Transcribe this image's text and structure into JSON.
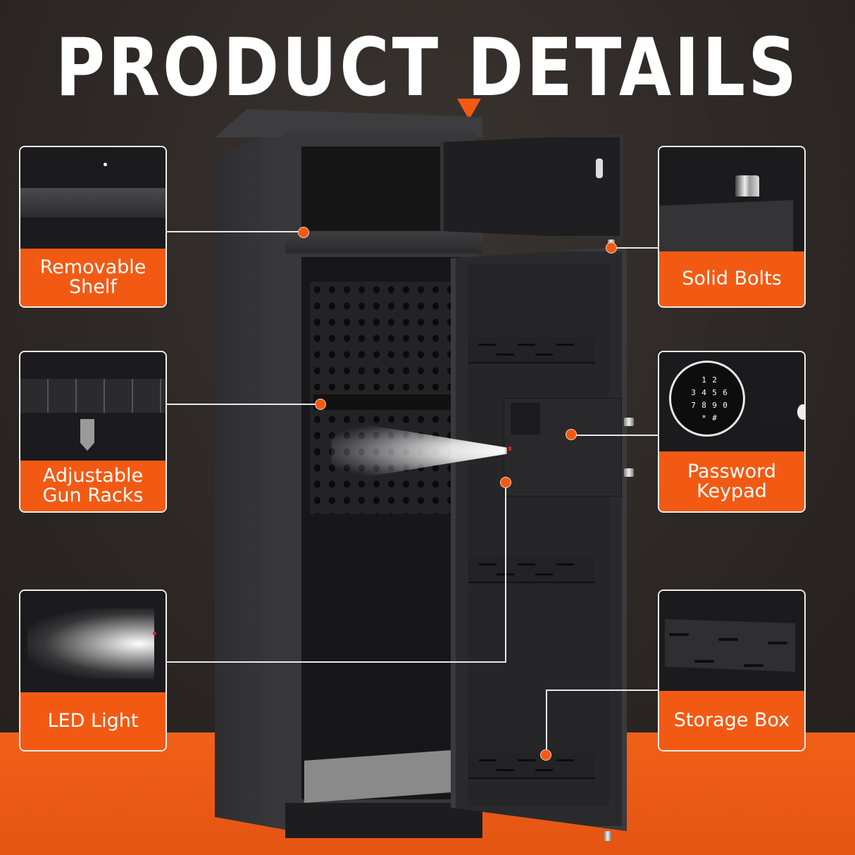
{
  "header": {
    "title": "PRODUCT DETAILS"
  },
  "colors": {
    "accent": "#f25a14",
    "background": "#2f2a27",
    "card_border": "#f2eeea",
    "text": "#ffffff"
  },
  "features": [
    {
      "id": "removable-shelf",
      "label": "Removable\nShelf",
      "line1": "Removable",
      "line2": "Shelf",
      "side": "left",
      "icon": "shelf-photo"
    },
    {
      "id": "adjustable-gun-racks",
      "label": "Adjustable Gun Racks",
      "line1": "Adjustable",
      "line2": "Gun Racks",
      "side": "left",
      "icon": "gun-rack-photo"
    },
    {
      "id": "led-light",
      "label": "LED Light",
      "line1": "LED Light",
      "line2": "",
      "side": "left",
      "icon": "led-light-photo"
    },
    {
      "id": "solid-bolts",
      "label": "Solid Bolts",
      "line1": "Solid Bolts",
      "line2": "",
      "side": "right",
      "icon": "bolt-photo"
    },
    {
      "id": "password-keypad",
      "label": "Password Keypad",
      "line1": "Password",
      "line2": "Keypad",
      "side": "right",
      "icon": "keypad-photo"
    },
    {
      "id": "storage-box",
      "label": "Storage Box",
      "line1": "Storage Box",
      "line2": "",
      "side": "right",
      "icon": "storage-box-photo"
    }
  ],
  "keypad": {
    "keys": [
      "",
      "1",
      "2",
      "",
      "3",
      "4",
      "5",
      "6",
      "7",
      "8",
      "9",
      "0",
      "",
      "*",
      "#",
      ""
    ]
  }
}
